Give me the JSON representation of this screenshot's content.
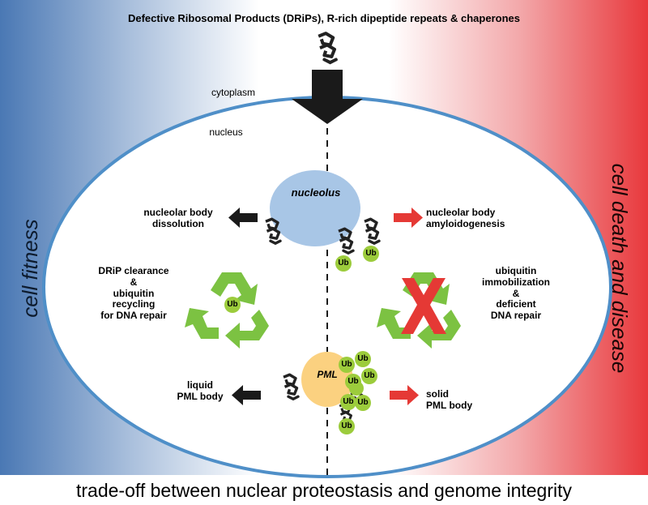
{
  "title": "Defective Ribosomal Products (DRiPs), R-rich dipeptide repeats & chaperones",
  "compartments": {
    "cytoplasm": "cytoplasm",
    "nucleus": "nucleus"
  },
  "organelles": {
    "nucleolus": "nucleolus",
    "pml": "PML",
    "ub": "Ub"
  },
  "left": {
    "side_label": "cell fitness",
    "nucleolar": [
      "nucleolar body",
      "dissolution"
    ],
    "clearance": [
      "DRiP clearance",
      "&",
      "ubiquitin",
      "recycling",
      "for DNA repair"
    ],
    "pml": [
      "liquid",
      "PML body"
    ]
  },
  "right": {
    "side_label": "cell death and disease",
    "nucleolar": [
      "nucleolar body",
      "amyloidogenesis"
    ],
    "immobilization": [
      "ubiquitin",
      "immobilization",
      "&",
      "deficient",
      "DNA repair"
    ],
    "pml": [
      "solid",
      "PML body"
    ]
  },
  "bottom_caption": "trade-off between nuclear proteostasis and genome integrity",
  "colors": {
    "left_edge": "#4a78b4",
    "right_edge": "#e8383c",
    "nucleus_outline": "#4f8fc8",
    "nucleolus": "#a8c6e6",
    "pml": "#fbd180",
    "ub": "#9ccc3c",
    "recycle_green": "#7cc242",
    "red_arrow": "#e53935",
    "black_arrow": "#1a1a1a"
  },
  "icons": [
    "drip-aggregate-icon",
    "recycle-icon",
    "red-x-icon",
    "ubiquitin-icon"
  ]
}
